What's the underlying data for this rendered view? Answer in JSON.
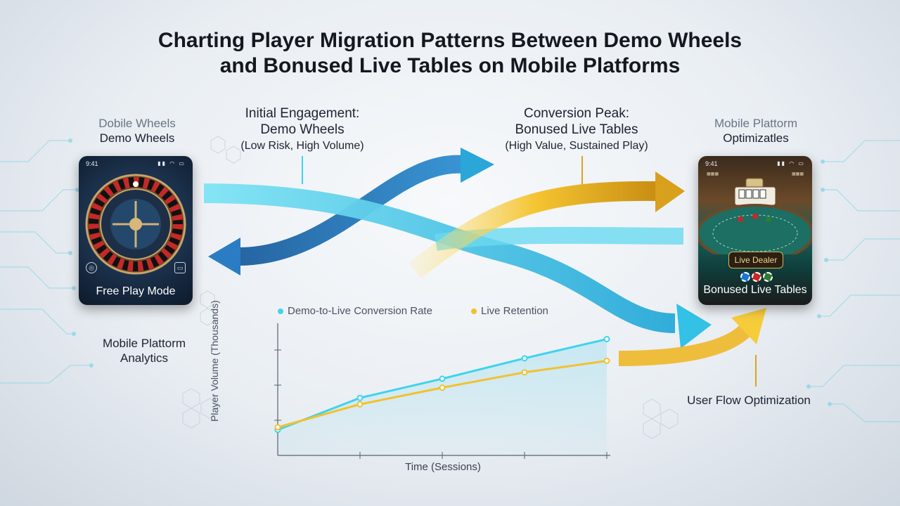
{
  "title": {
    "line1": "Charting Player Migration Patterns Between Demo Wheels",
    "line2": "and Bonused Live Tables on Mobile Platforms"
  },
  "labels": {
    "top_left": {
      "line1": "Dobile Wheels",
      "line2": "Demo Wheels"
    },
    "initial": {
      "line1": "Initial Engagement:",
      "line2": "Demo Wheels",
      "line3": "(Low Risk, High Volume)"
    },
    "conversion": {
      "line1": "Conversion Peak:",
      "line2": "Bonused Live Tables",
      "line3": "(High Value, Sustained Play)"
    },
    "top_right": {
      "line1": "Mobile Plattorm",
      "line2": "Optimizatles"
    },
    "analytics": {
      "line1": "Mobile Plattorm",
      "line2": "Analytics"
    },
    "flow": "User Flow Optimization"
  },
  "phones": {
    "left": {
      "time": "9:41",
      "caption": "Free Play Mode",
      "icon_left": "chip-icon",
      "icon_right": "card-icon"
    },
    "right": {
      "time": "9:41",
      "badge": "Live Dealer",
      "caption": "Bonused Live Tables"
    }
  },
  "colors": {
    "cyan": "#3fd3ee",
    "blue": "#1f6fb2",
    "gold": "#f4c431",
    "dark_gold": "#c98d12"
  },
  "chart_data": {
    "type": "line",
    "xlabel": "Time (Sessions)",
    "ylabel": "Player Volume (Thousands)",
    "x": [
      0,
      1,
      2,
      3,
      4
    ],
    "series": [
      {
        "name": "Demo-to-Live Conversion Rate",
        "color": "#3fd3ee",
        "values": [
          2.0,
          4.5,
          6.0,
          7.6,
          9.1
        ]
      },
      {
        "name": "Live Retention",
        "color": "#f2c12e",
        "values": [
          2.2,
          4.0,
          5.3,
          6.5,
          7.4
        ]
      }
    ],
    "ylim": [
      0,
      11
    ],
    "grid": false,
    "legend": "top"
  }
}
